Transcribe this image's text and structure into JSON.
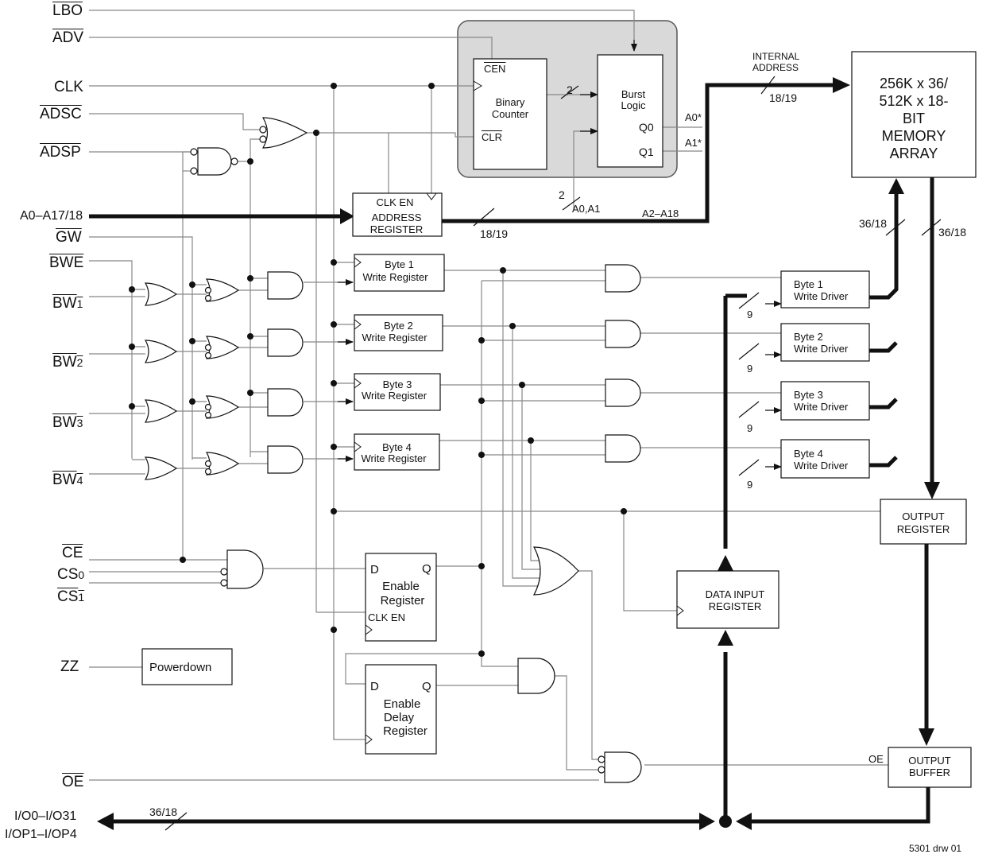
{
  "signals": {
    "lbo": "LBO",
    "adv": "ADV",
    "clk": "CLK",
    "adsc": "ADSC",
    "adsp": "ADSP",
    "addr": "A0–A17/18",
    "gw": "GW",
    "bwe": "BWE",
    "bw1": "BW1",
    "bw2": "BW2",
    "bw3": "BW3",
    "bw4": "BW4",
    "ce": "CE",
    "cs0": "CS0",
    "cs1": "CS1",
    "zz": "ZZ",
    "oe": "OE",
    "io1": "I/O0–I/O31",
    "io2": "I/OP1–I/OP4"
  },
  "blocks": {
    "binary_counter": {
      "cen": "CEN",
      "title1": "Binary",
      "title2": "Counter",
      "clr": "CLR"
    },
    "burst_logic": {
      "title1": "Burst",
      "title2": "Logic",
      "q0": "Q0",
      "q1": "Q1"
    },
    "address_register": {
      "line1": "CLK EN",
      "line2": "ADDRESS",
      "line3": "REGISTER"
    },
    "memory_array": {
      "line1": "256K x 36/",
      "line2": "512K x 18-",
      "line3": "BIT",
      "line4": "MEMORY",
      "line5": "ARRAY"
    },
    "write_registers": [
      {
        "line1": "Byte 1",
        "line2": "Write Register"
      },
      {
        "line1": "Byte 2",
        "line2": "Write Register"
      },
      {
        "line1": "Byte 3",
        "line2": "Write Register"
      },
      {
        "line1": "Byte 4",
        "line2": "Write Register"
      }
    ],
    "write_drivers": [
      {
        "line1": "Byte 1",
        "line2": "Write Driver"
      },
      {
        "line1": "Byte 2",
        "line2": "Write Driver"
      },
      {
        "line1": "Byte 3",
        "line2": "Write Driver"
      },
      {
        "line1": "Byte 4",
        "line2": "Write Driver"
      }
    ],
    "output_register": {
      "line1": "OUTPUT",
      "line2": "REGISTER"
    },
    "output_buffer": {
      "line1": "OUTPUT",
      "line2": "BUFFER",
      "oe": "OE"
    },
    "data_input_register": {
      "line1": "DATA INPUT",
      "line2": "REGISTER"
    },
    "enable_register": {
      "d": "D",
      "q": "Q",
      "line1": "Enable",
      "line2": "Register",
      "clken": "CLK EN"
    },
    "enable_delay_register": {
      "d": "D",
      "q": "Q",
      "line1": "Enable",
      "line2": "Delay",
      "line3": "Register"
    },
    "powerdown": "Powerdown"
  },
  "annotations": {
    "internal_address1": "INTERNAL",
    "internal_address2": "ADDRESS",
    "bus_18_19_a": "18/19",
    "bus_18_19_b": "18/19",
    "two_a": "2",
    "two_b": "2",
    "a0a1": "A0,A1",
    "a2a18": "A2–A18",
    "a0star": "A0*",
    "a1star": "A1*",
    "bus_36_18_a": "36/18",
    "bus_36_18_b": "36/18",
    "bus_36_18_c": "36/18",
    "nine_1": "9",
    "nine_2": "9",
    "nine_3": "9",
    "nine_4": "9",
    "drawing_id": "5301 drw 01"
  },
  "colors": {
    "line": "#111111",
    "gray_line": "#888888",
    "shade": "#d9d9d9"
  }
}
